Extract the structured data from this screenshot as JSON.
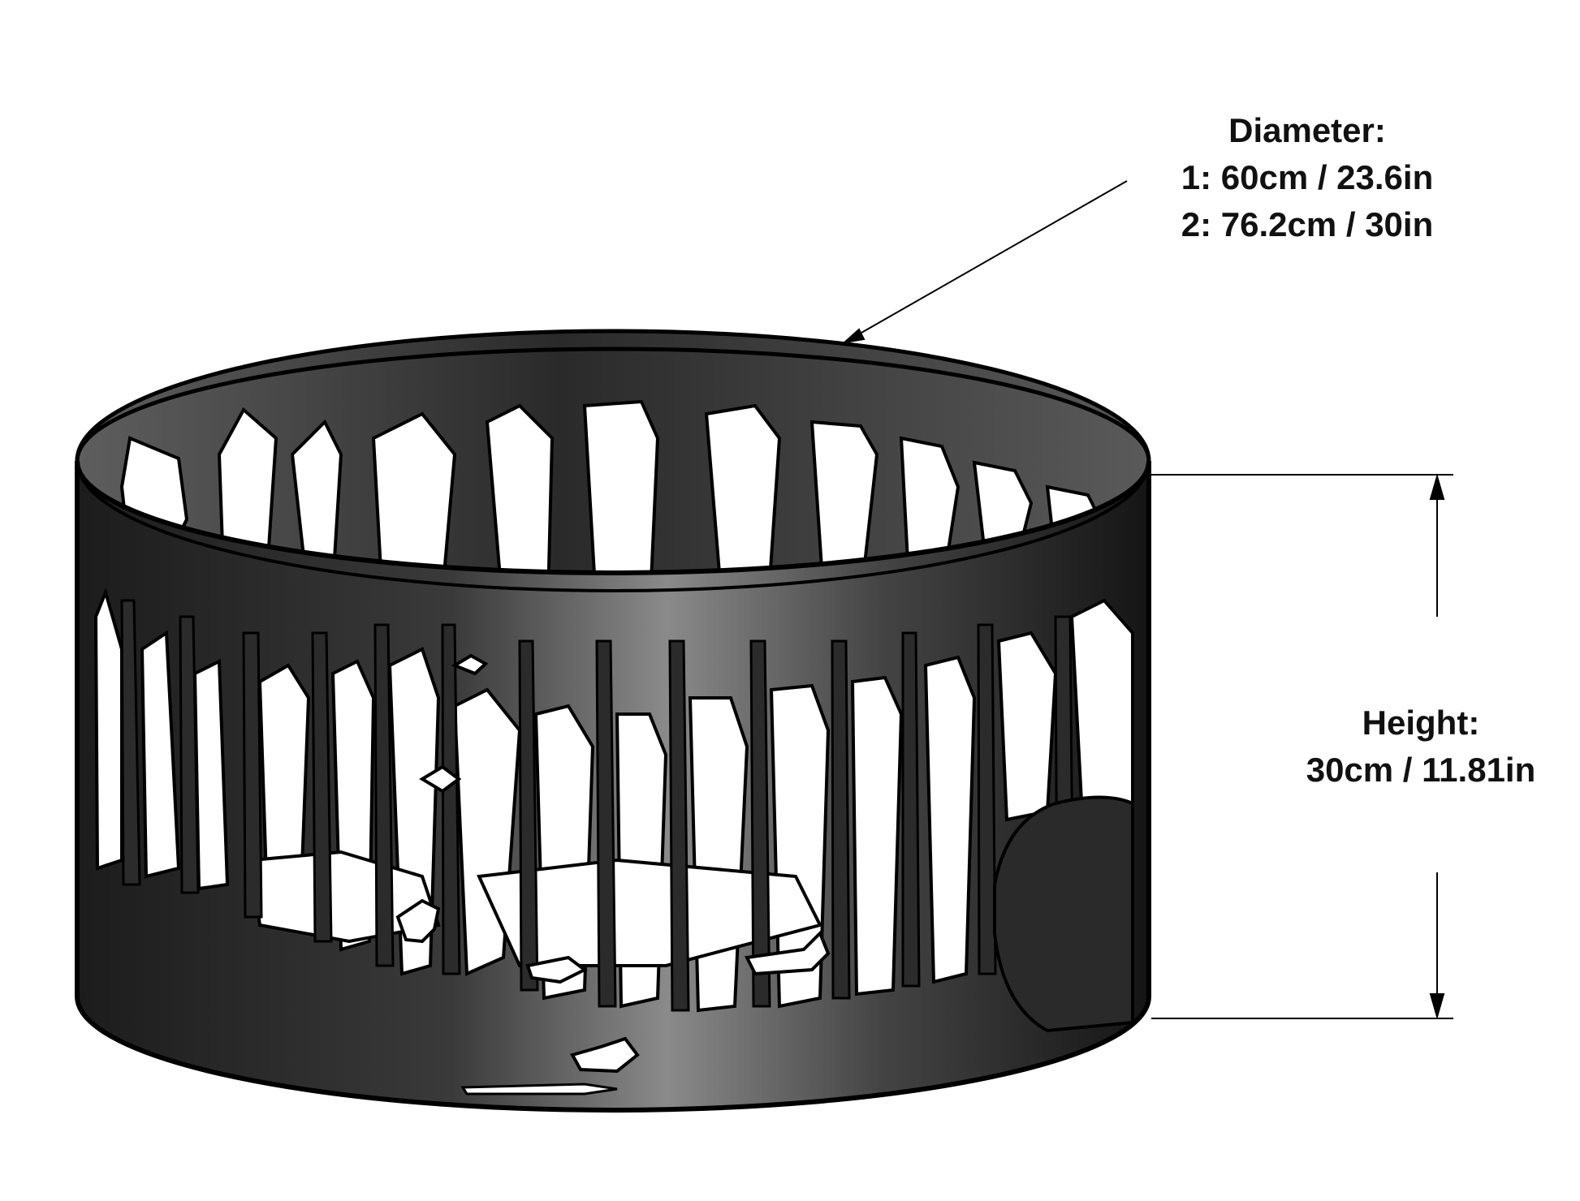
{
  "annotations": {
    "diameter": {
      "title": "Diameter:",
      "option_1": "1: 60cm / 23.6in",
      "option_2": "2: 76.2cm / 30in"
    },
    "height": {
      "title": "Height:",
      "value": "30cm / 11.81in"
    }
  },
  "colors": {
    "metal_dark": "#1f1f1f",
    "metal_mid": "#5a5a5a",
    "metal_light": "#8a8a8a",
    "cutout": "#ffffff",
    "line": "#000000"
  },
  "icons": [
    "tree-silhouette",
    "bear-silhouette",
    "deer-silhouette",
    "fox-silhouette",
    "rabbit-silhouette",
    "bird-silhouette"
  ]
}
